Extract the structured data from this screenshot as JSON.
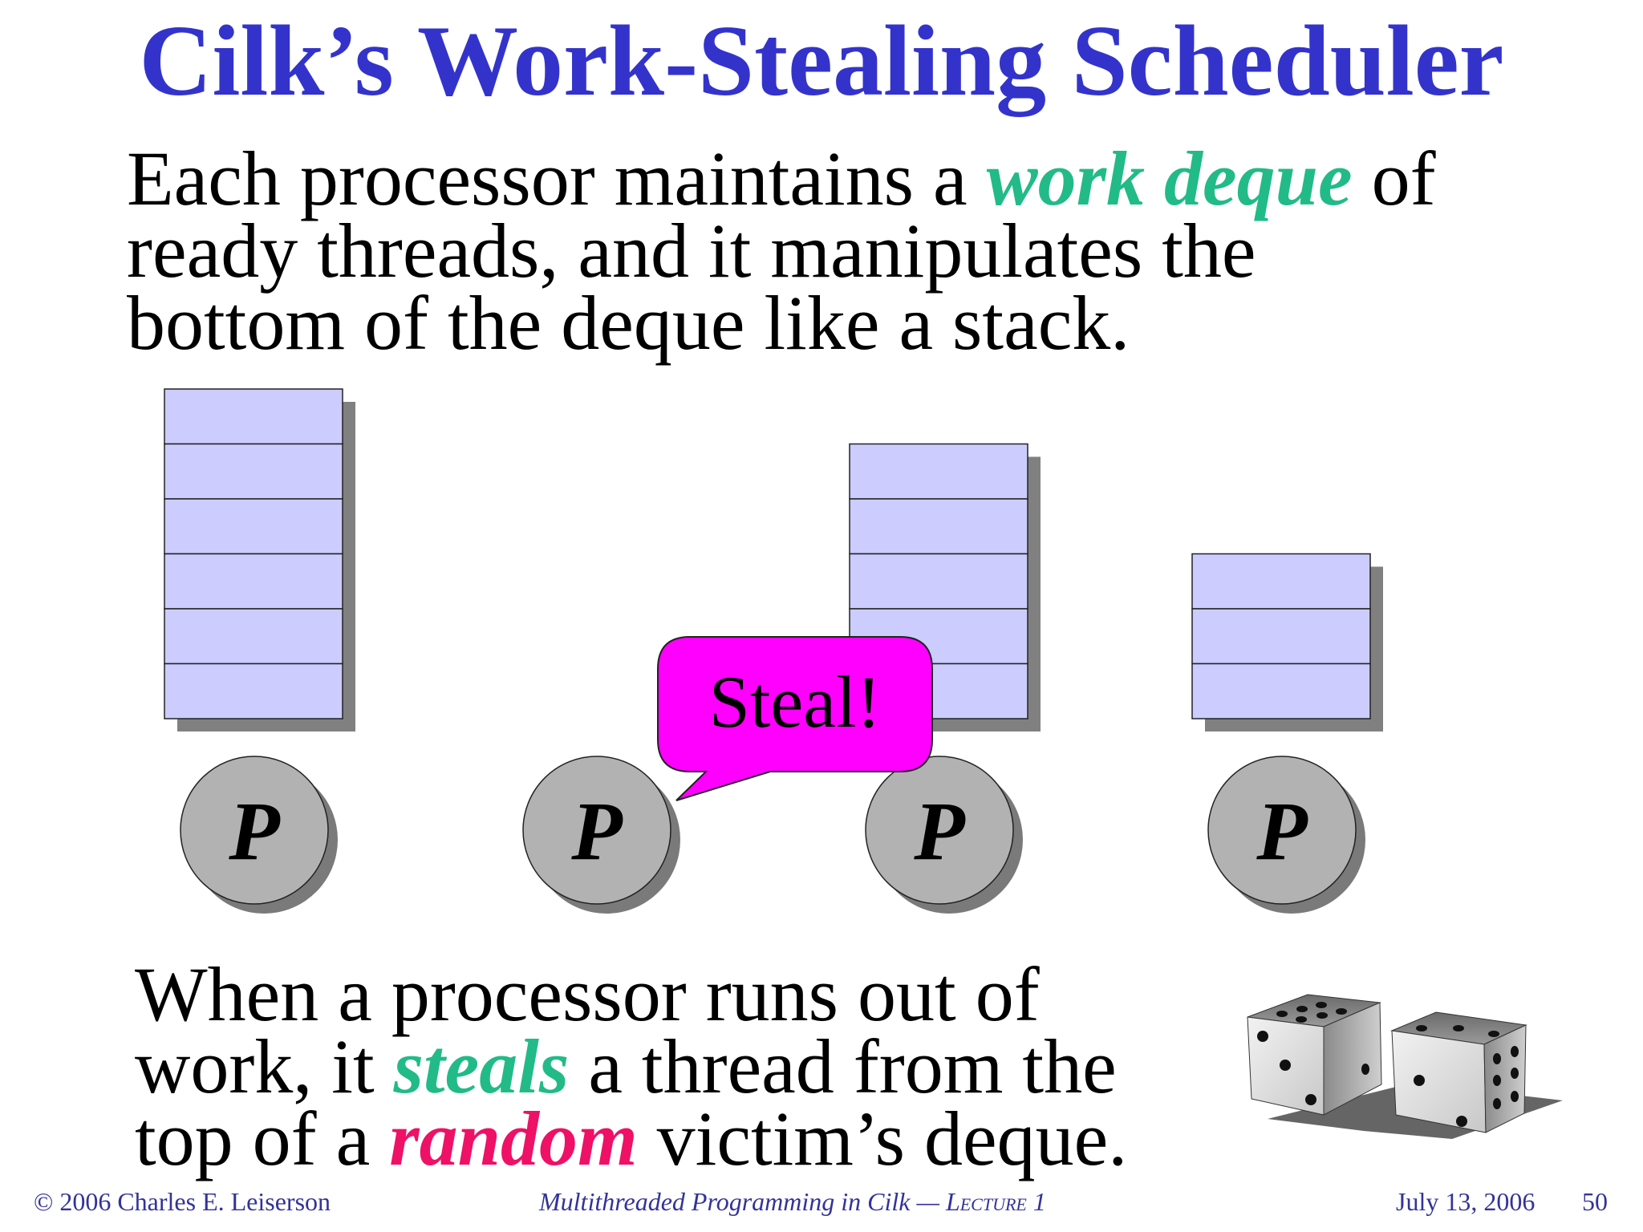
{
  "slide": {
    "title": "Cilk’s Work-Stealing Scheduler",
    "intro": {
      "line1_pre": "Each processor maintains a ",
      "line1_em": "work deque",
      "line1_post": " of",
      "line2": "ready threads, and it manipulates the",
      "line3": "bottom of the deque like a stack."
    },
    "outro": {
      "line1": "When a processor runs out of",
      "line2_pre": "work, it ",
      "line2_em": "steals",
      "line2_post": " a thread from the",
      "line3_pre": "top of a ",
      "line3_em": "random",
      "line3_post": " victim’s deque."
    }
  },
  "diagram": {
    "deques": [
      {
        "processor_label": "P",
        "frames": 6
      },
      {
        "processor_label": "P",
        "frames": 0
      },
      {
        "processor_label": "P",
        "frames": 5
      },
      {
        "processor_label": "P",
        "frames": 3
      }
    ],
    "callout": {
      "text": "Steal!",
      "from_processor": 2
    },
    "dice_icon": "dice-icon",
    "colors": {
      "frame_fill": "#ccccff",
      "frame_shadow": "#808080",
      "processor_fill": "#b2b2b2",
      "processor_shadow": "#7a7a7a",
      "callout_fill": "#ff00ff",
      "title": "#3333cc",
      "green_emphasis": "#22bb88",
      "pink_emphasis": "#ee1166"
    }
  },
  "footer": {
    "copyright": "© 2006 Charles E. Leiserson",
    "course": "Multithreaded Programming in Cilk — ",
    "lecture": "Lecture 1",
    "date": "July 13, 2006",
    "page": "50"
  }
}
